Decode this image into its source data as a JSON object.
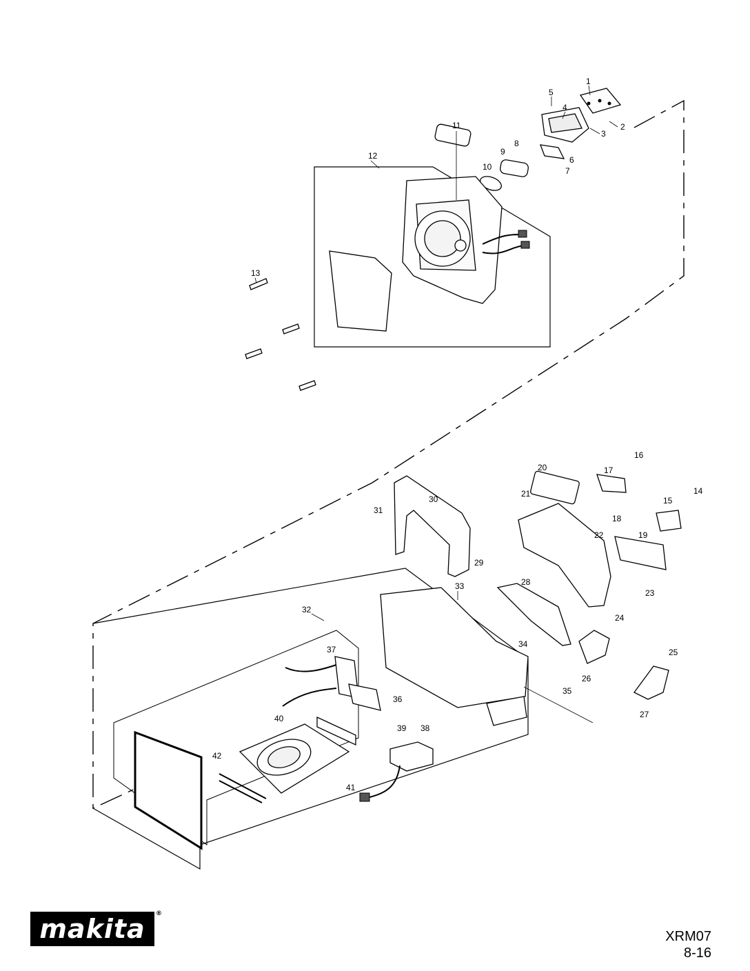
{
  "brand": {
    "logo_text": "makita",
    "registered_mark": "®"
  },
  "model": {
    "code": "XRM07",
    "revision": "8-16"
  },
  "callouts": [
    "1",
    "2",
    "3",
    "4",
    "5",
    "6",
    "7",
    "8",
    "9",
    "10",
    "11",
    "12",
    "13",
    "14",
    "15",
    "16",
    "17",
    "18",
    "19",
    "20",
    "21",
    "22",
    "23",
    "24",
    "25",
    "26",
    "27",
    "28",
    "29",
    "30",
    "31",
    "32",
    "33",
    "34",
    "35",
    "36",
    "37",
    "38",
    "39",
    "40",
    "41",
    "42"
  ]
}
